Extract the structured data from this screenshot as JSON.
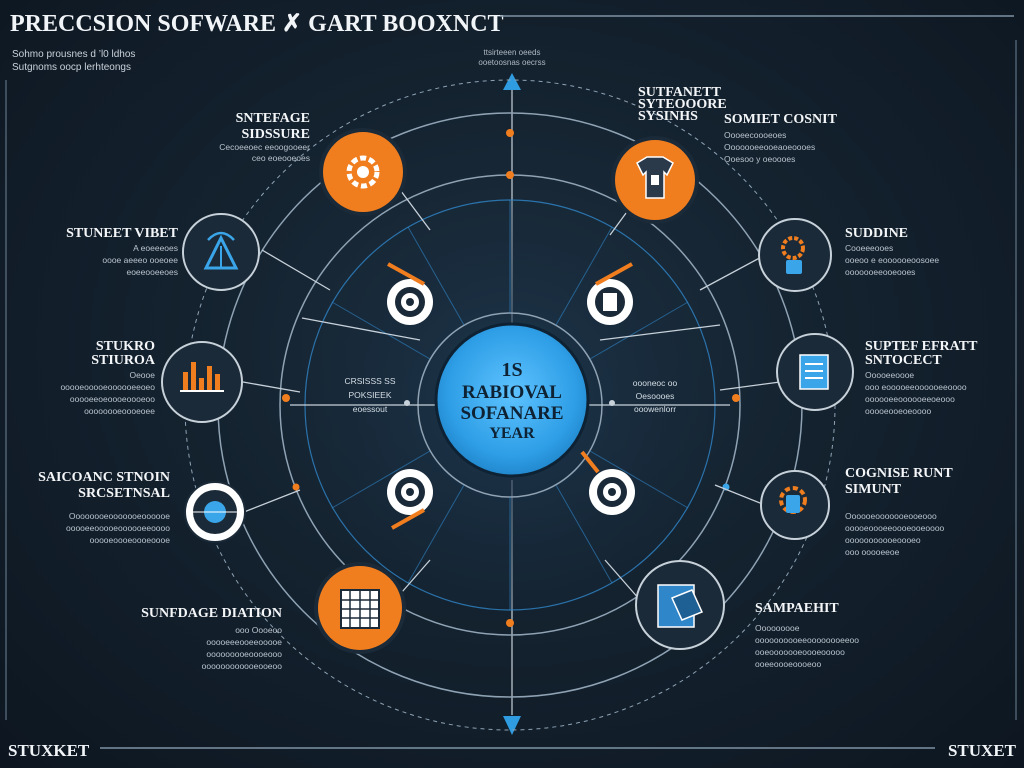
{
  "header": {
    "title": "PRECCSION SOFWARE ✗ GART BOOXNCT",
    "subtitle_line1": "Sohmo prousnes d ’l0 ldhos",
    "subtitle_line2": "Sutgnoms oocp lerhteongs"
  },
  "top_note": {
    "line1": "ttsirteeen oeeds",
    "line2": "ooetoosnas oecrss"
  },
  "center": {
    "line1": "1S",
    "line2": "RABIOVAL",
    "line3": "SOFANARE",
    "line4": "YEAR"
  },
  "inner_left": {
    "line1": "CRSISSS SS",
    "line2": "POKSIEEK ",
    "line3": "eoessout"
  },
  "inner_right": {
    "line1": "oooneoc oo",
    "line2": "Oesoooes",
    "line3": "ooowenlorr"
  },
  "nodes": [
    {
      "id": "top-left",
      "icon": "gear-hand-icon",
      "color": "#f07d1e",
      "title1": "SNTEFAGE",
      "title2": "SIDSSURE",
      "lines": [
        "Cecoeeoec eeoogooeer",
        "ceo eoeooeoes"
      ]
    },
    {
      "id": "top-right",
      "icon": "shirt-icon",
      "color": "#f07d1e",
      "title1": "SUTFANETT",
      "title2": "SYTEOOORE",
      "title3": "SYSINHS",
      "side_title": "SOMIET COSNIT",
      "lines": [
        "Oooeecoooeoes",
        "Ooooooeeooeaoeoooes",
        "Ooesoo y oeoooes"
      ]
    },
    {
      "id": "upper-left",
      "icon": "antenna-icon",
      "color": "#3aa5e8",
      "title1": "STUNEET VIBET",
      "lines": [
        "A eoeeeoes",
        "oooe aeeeo ooeoee",
        "eoeeooeeoes"
      ]
    },
    {
      "id": "upper-right",
      "icon": "gear-robot-icon",
      "color": "#f07d1e",
      "title1": "SUDDINE",
      "lines": [
        "Cooeeeooes",
        "ooeoo e eoooooeoosoee",
        "ooooooeeooeooes"
      ]
    },
    {
      "id": "middle-left",
      "icon": "bar-chart-icon",
      "color": "#f07d1e",
      "title1": "STUKRO",
      "title2": "STIUROA",
      "lines": [
        "Oeooe",
        "ooooeooooeoooooeeoeo",
        "ooooeeoeoooeoooeoo",
        "oooooooeoooeoee"
      ]
    },
    {
      "id": "middle-right",
      "icon": "document-stack-icon",
      "color": "#3aa5e8",
      "title1": "SUPTEF EFRATT",
      "title2": "SNTOCECT",
      "lines": [
        "Ooooeeoooe",
        "ooo eooooeeoooooeeoooo",
        "oooooeeoooooeeoeooo",
        "ooooeooeoeoooo"
      ]
    },
    {
      "id": "lower-left",
      "icon": "globe-target-icon",
      "color": "#3aa5e8",
      "title1": "SAICOANC STNOIN",
      "title2": "SRCSETNSAL",
      "lines": [
        "Oooooooeooooooeoooooe",
        "ooooeeooooeoooooeeoooo",
        "ooooeoooeoooeoooe"
      ]
    },
    {
      "id": "lower-right",
      "icon": "server-gear-icon",
      "color": "#3aa5e8",
      "title1": "COGNISE RUNT",
      "title2": "SIMUNT",
      "lines": [
        "Oooooeooooooeooeooo",
        "ooooeoooeeoooeooeoooo",
        "ooooooooooeoooeo",
        "ooo ooooeeoe"
      ]
    },
    {
      "id": "bottom-left",
      "icon": "grid-chip-icon",
      "color": "#f07d1e",
      "title1": "SUNFDAGE DIATION",
      "lines": [
        "ooo Oooeoo",
        "ooooeeeooeeooooe",
        "ooooooooeoooeooo",
        "oooooooooooeooeoo"
      ]
    },
    {
      "id": "bottom-right",
      "icon": "document-drone-icon",
      "color": "#3aa5e8",
      "title1": "SAMPAEHIT",
      "lines": [
        "Ooooooooe",
        "oooooooooeeoooooooeeoo",
        "ooeooooooeoooeooooo",
        "ooeeoooeoooeoo"
      ]
    }
  ],
  "footer": {
    "left": "STUXKET",
    "right": "STUXET"
  },
  "colors": {
    "accent_orange": "#f07d1e",
    "accent_blue": "#2f9be0",
    "ring": "#8fa3b4",
    "background": "#13202c"
  }
}
